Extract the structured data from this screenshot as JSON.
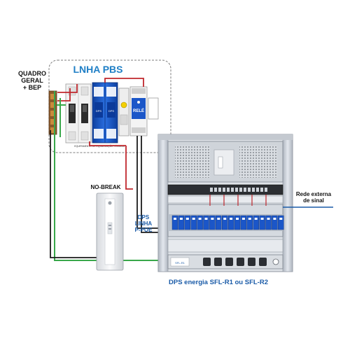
{
  "title": "LNHA PBS",
  "labels": {
    "quadro_line1": "QUADRO",
    "quadro_line2": "GERAL",
    "quadro_line3": "+ BEP",
    "rele": "RELÉ",
    "panel_caption": "EQUIPAMENTO DE EQUALIZAÇÃO TÉRMICA",
    "nobreak": "NO-BREAK",
    "dps_linha_1": "DPS",
    "dps_linha_2": "LINHA",
    "dps_linha_3": "P-POE",
    "rede_1": "Rede externa",
    "rede_2": "de sinal",
    "dps_energia": "DPS energia SFL-R1 ou SFL-R2",
    "sfl_label": "SFL-R1"
  },
  "colors": {
    "title_blue": "#1f7fc6",
    "label_blue": "#1a5ba8",
    "wire_green": "#38a84a",
    "wire_red": "#c0272d",
    "wire_black": "#1b1b1b",
    "dps_blue": "#1b56c8",
    "rack_frame": "#c9ced6"
  }
}
